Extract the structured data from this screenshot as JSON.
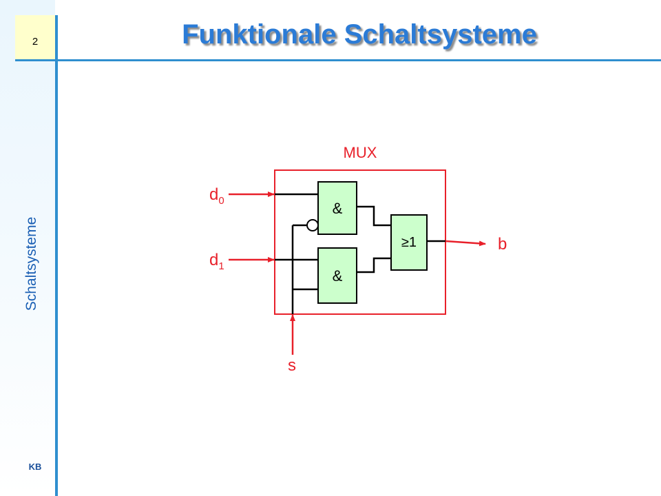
{
  "slide": {
    "page_number": "2",
    "title": "Funktionale Schaltsysteme",
    "side_title": "Schaltsysteme",
    "footer": "KB"
  },
  "diagram": {
    "block_label": "MUX",
    "inputs": {
      "d0_main": "d",
      "d0_sub": "0",
      "d1_main": "d",
      "d1_sub": "1",
      "select": "s"
    },
    "output": "b",
    "gates": {
      "and_top": "&",
      "and_bottom": "&",
      "or": "≥1"
    }
  },
  "colors": {
    "accent": "#2f8fcf",
    "title": "#2b7bd6",
    "signal": "#e8202a",
    "gate_fill": "#ccffcc"
  }
}
